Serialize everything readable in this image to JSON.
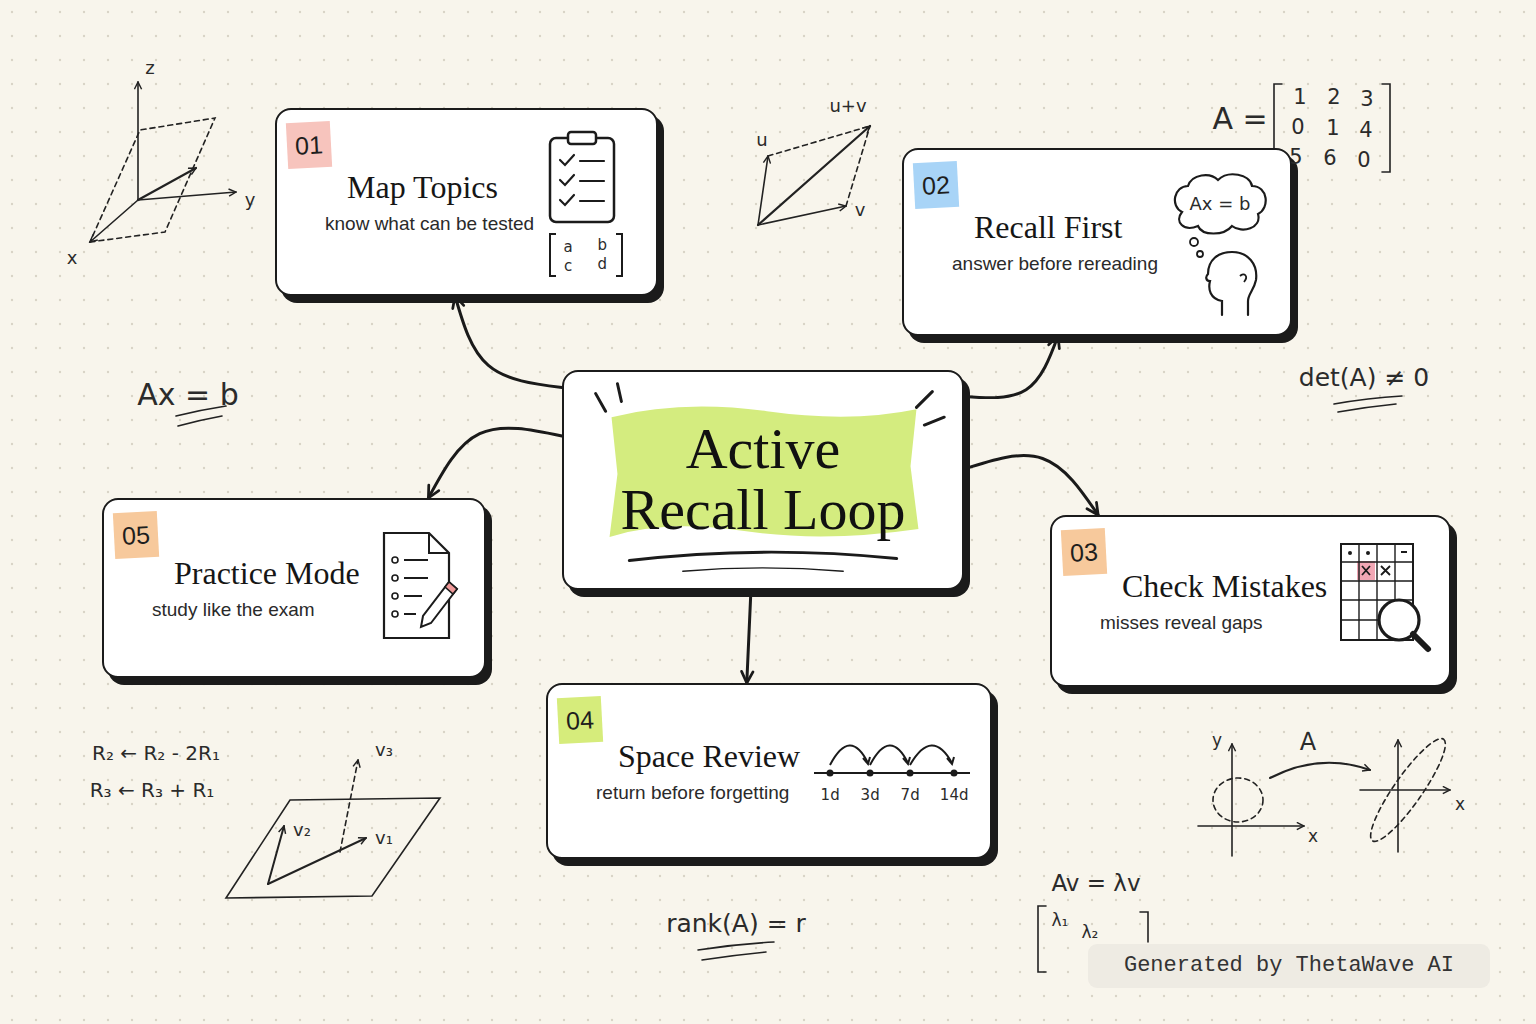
{
  "diagram": {
    "nodes": [
      {
        "text": [
          "Active Recall Loop"
        ]
      },
      {
        "text": [
          "01",
          "Map Topics",
          "know what can be tested"
        ]
      },
      {
        "text": [
          "02",
          "Recall First",
          "answer before rereading"
        ]
      },
      {
        "text": [
          "03",
          "Check Mistakes",
          "misses reveal gaps"
        ]
      },
      {
        "text": [
          "04",
          "Space Review",
          "return before forgetting"
        ]
      },
      {
        "text": [
          "05",
          "Practice Mode",
          "study like the exam"
        ]
      }
    ],
    "edges": [
      {
        "from": 0,
        "to": 1,
        "arrow": "to"
      },
      {
        "from": 0,
        "to": 2,
        "arrow": "to"
      },
      {
        "from": 0,
        "to": 3,
        "arrow": "to"
      },
      {
        "from": 0,
        "to": 4,
        "arrow": "to"
      },
      {
        "from": 0,
        "to": 5,
        "arrow": "to"
      }
    ],
    "labels": [
      "z",
      "y",
      "x",
      "u+v",
      "u",
      "v",
      "A =",
      "1",
      "2",
      "3",
      "0",
      "1",
      "4",
      "5",
      "6",
      "0",
      "det(A) ≠ 0",
      "Ax = b",
      "R₂ ← R₂ - 2R₁",
      "R₃ ← R₃ + R₁",
      "v₃",
      "v₂",
      "v₁",
      "rank(A) = r",
      "y",
      "x",
      "A",
      "x",
      "Av = λv",
      "λ₁",
      "λ₂",
      "Generated by ThetaWave AI",
      "a",
      "b",
      "c",
      "d",
      "Ax = b",
      "1d",
      "3d",
      "7d",
      "14d"
    ]
  }
}
